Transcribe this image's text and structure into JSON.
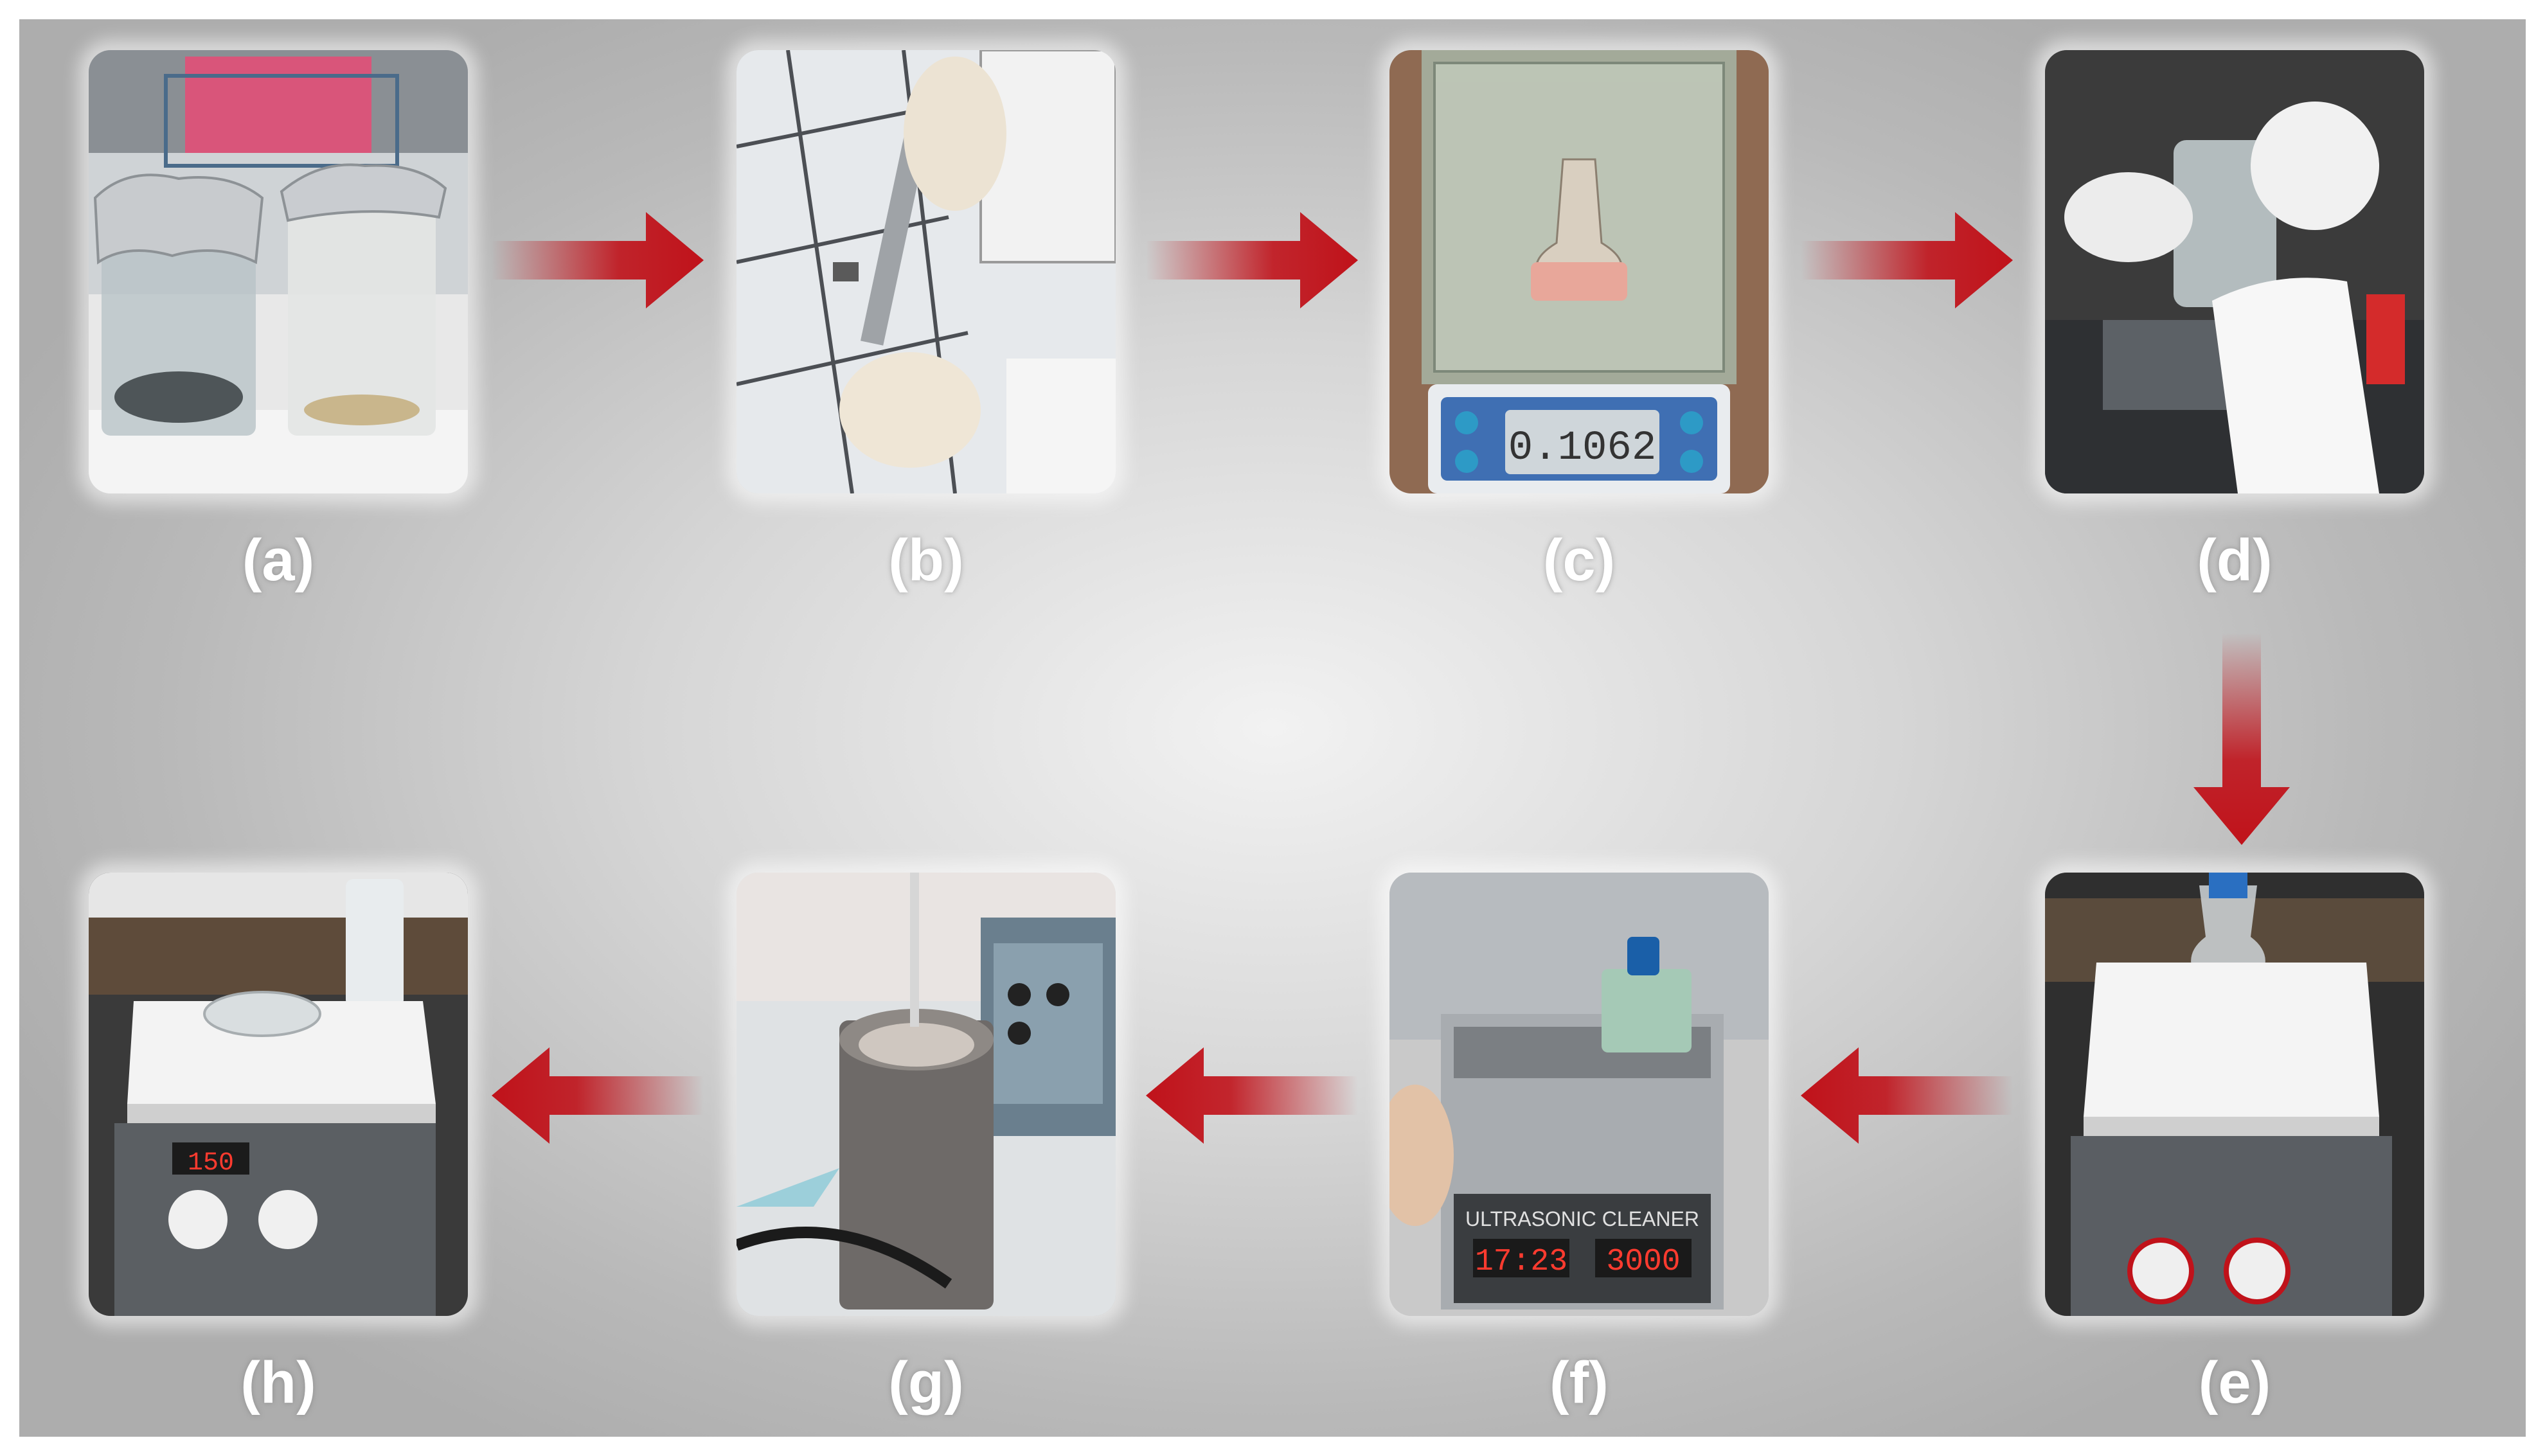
{
  "labels": {
    "a": "(a)",
    "b": "(b)",
    "c": "(c)",
    "d": "(d)",
    "e": "(e)",
    "f": "(f)",
    "g": "(g)",
    "h": "(h)"
  },
  "displays": {
    "balance_reading": "0.1062",
    "ultrasonic_brand": "ULTRASONIC CLEANER",
    "ultrasonic_time": "17:23",
    "ultrasonic_power": "3000",
    "hotplate_temp": "150"
  },
  "colors": {
    "arrow": "#c0121a",
    "label_text": "#ffffff"
  }
}
